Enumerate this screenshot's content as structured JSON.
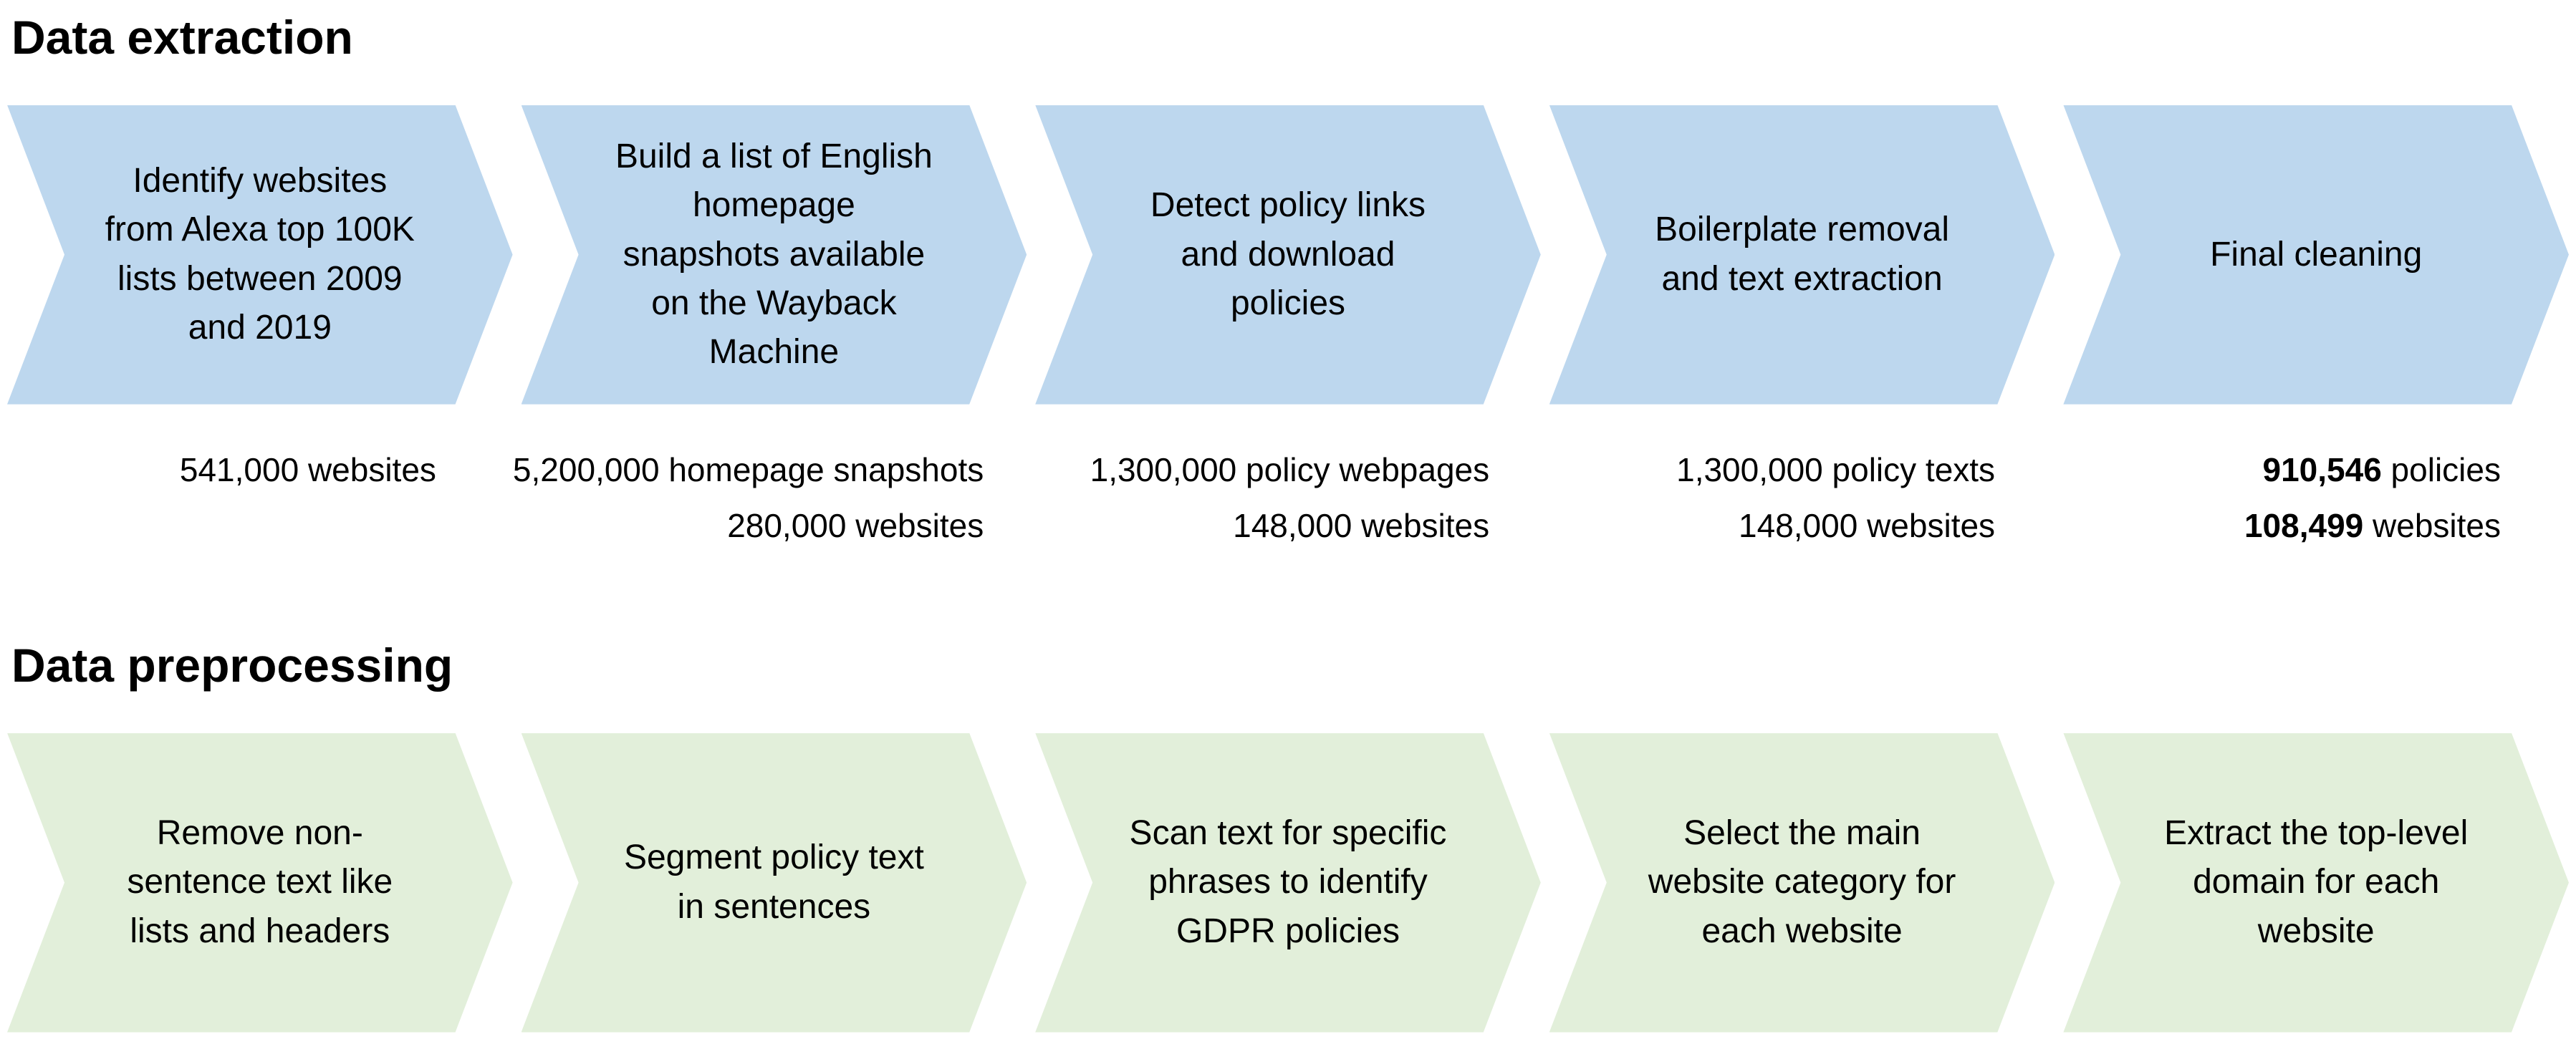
{
  "colors": {
    "extraction_fill": "#bdd7ee",
    "preprocessing_fill": "#e2efda",
    "text": "#000000"
  },
  "extraction": {
    "title": "Data extraction",
    "steps": [
      {
        "label": "Identify websites from Alexa top 100K lists between 2009 and 2019"
      },
      {
        "label": "Build a list of English homepage snapshots available on the Wayback Machine"
      },
      {
        "label": "Detect policy links and download policies"
      },
      {
        "label": "Boilerplate removal and text extraction"
      },
      {
        "label": "Final cleaning"
      }
    ],
    "stats": [
      {
        "line1": {
          "bold": "",
          "text": "541,000 websites"
        },
        "line2": {
          "bold": "",
          "text": ""
        }
      },
      {
        "line1": {
          "bold": "",
          "text": "5,200,000 homepage snapshots"
        },
        "line2": {
          "bold": "",
          "text": "280,000 websites"
        }
      },
      {
        "line1": {
          "bold": "",
          "text": "1,300,000 policy webpages"
        },
        "line2": {
          "bold": "",
          "text": "148,000 websites"
        }
      },
      {
        "line1": {
          "bold": "",
          "text": "1,300,000 policy texts"
        },
        "line2": {
          "bold": "",
          "text": "148,000 websites"
        }
      },
      {
        "line1": {
          "bold": "910,546",
          "text": " policies"
        },
        "line2": {
          "bold": "108,499",
          "text": " websites"
        }
      }
    ]
  },
  "preprocessing": {
    "title": "Data preprocessing",
    "steps": [
      {
        "label": "Remove non-sentence text like lists and headers"
      },
      {
        "label": "Segment policy text in sentences"
      },
      {
        "label": "Scan text for specific phrases to identify GDPR policies"
      },
      {
        "label": "Select the main website category for each website"
      },
      {
        "label": "Extract the top-level domain for each website"
      }
    ]
  }
}
